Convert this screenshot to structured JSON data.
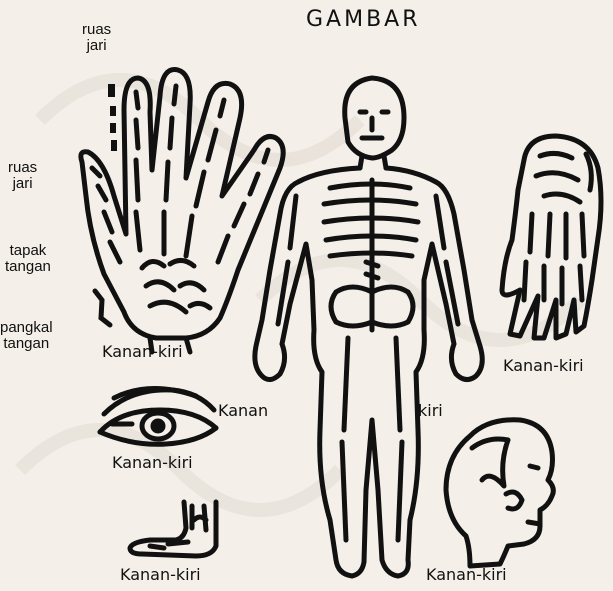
{
  "title": "GAMBAR",
  "labels": {
    "finger_joint_top_line1": "ruas",
    "finger_joint_top_line2": "jari",
    "finger_joint_mid_line1": "ruas",
    "finger_joint_mid_line2": "jari",
    "palm_line1": "tapak",
    "palm_line2": "tangan",
    "wrist_line1": "pangkal",
    "wrist_line2": "tangan",
    "hand_caption": "Kanan-kiri",
    "eye_caption": "Kanan-kiri",
    "foot_caption": "Kanan-kiri",
    "body_right": "Kanan",
    "body_left": "kiri",
    "foot_skeleton_caption": "Kanan-kiri",
    "head_caption": "Kanan-kiri"
  },
  "icons": [
    "hand-skeleton-icon",
    "body-skeleton-icon",
    "eye-icon",
    "foot-icon",
    "foot-skeleton-icon",
    "head-icon"
  ],
  "colors": {
    "ink": "#111111",
    "paper": "#f4efe8",
    "watermark": "#e6e0d8"
  }
}
